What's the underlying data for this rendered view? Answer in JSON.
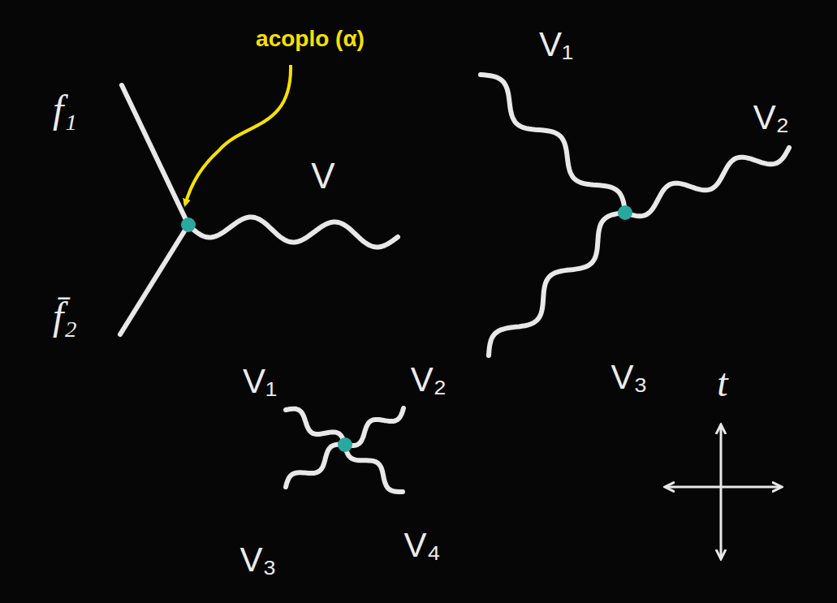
{
  "diagram": {
    "labels": [
      "acoplo (α)",
      "f₁",
      "f̄₂",
      "V",
      "V₁",
      "V₂",
      "V₃",
      "V₁",
      "V₂",
      "V₃",
      "V₄",
      "t"
    ]
  }
}
